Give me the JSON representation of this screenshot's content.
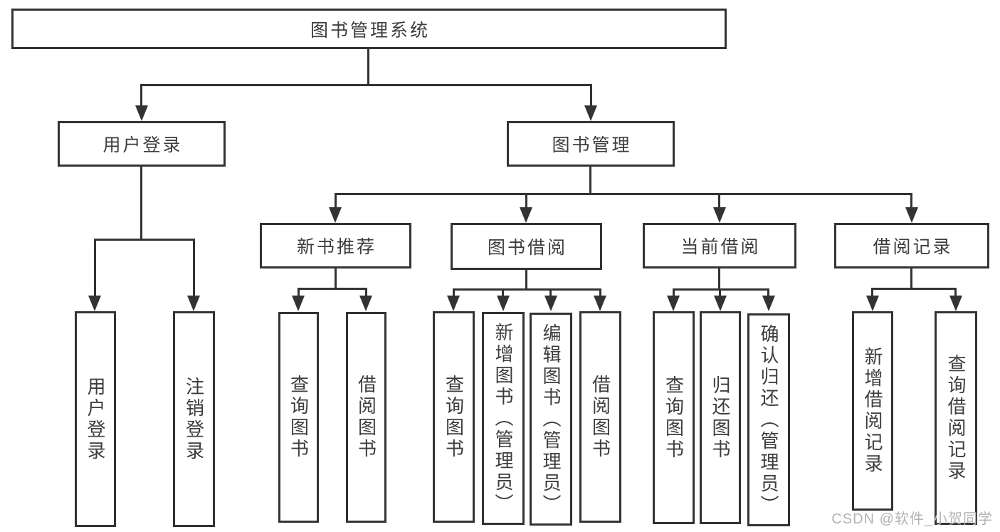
{
  "colors": {
    "line": "#333333",
    "box_border": "#333333",
    "box_background": "#ffffff",
    "text": "#3d3d3d",
    "watermark": "#b3b3b3"
  },
  "watermark": {
    "text": "CSDN @软件_小贺同学"
  },
  "diagram": {
    "root": {
      "label": "图书管理系统"
    },
    "branches": [
      {
        "label": "用户登录",
        "children": [
          {
            "label": "用户登录"
          },
          {
            "label": "注销登录"
          }
        ]
      },
      {
        "label": "图书管理",
        "children": [
          {
            "label": "新书推荐",
            "children": [
              {
                "label": "查询图书"
              },
              {
                "label": "借阅图书"
              }
            ]
          },
          {
            "label": "图书借阅",
            "children": [
              {
                "label": "查询图书"
              },
              {
                "label": "新增图书（管理员）"
              },
              {
                "label": "编辑图书（管理员）"
              },
              {
                "label": "借阅图书"
              }
            ]
          },
          {
            "label": "当前借阅",
            "children": [
              {
                "label": "查询图书"
              },
              {
                "label": "归还图书"
              },
              {
                "label": "确认归还（管理员）"
              }
            ]
          },
          {
            "label": "借阅记录",
            "children": [
              {
                "label": "新增借阅记录"
              },
              {
                "label": "查询借阅记录"
              }
            ]
          }
        ]
      }
    ]
  }
}
